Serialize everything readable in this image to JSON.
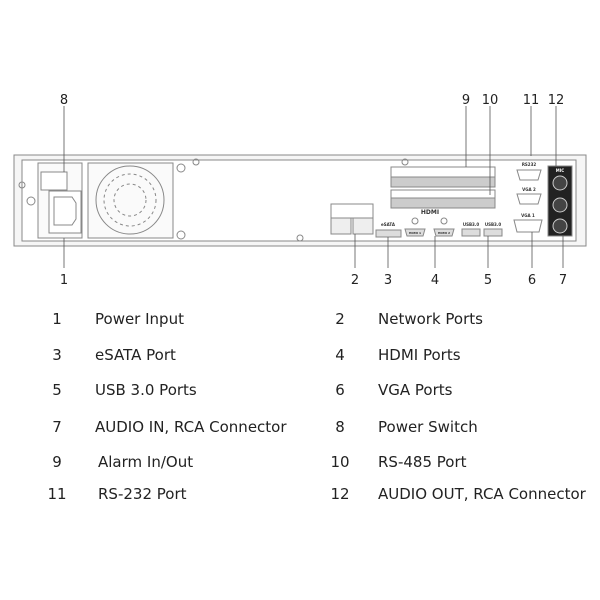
{
  "device_labels": {
    "rs232": "RS232",
    "vga2": "VGA 2",
    "vga1": "VGA 1",
    "esata": "eSATA",
    "usb_a": "USB3.0",
    "usb_b": "USB3.0",
    "hdmi_logo": "HDMI",
    "hdmi1": "HDMI 1",
    "hdmi2": "HDMI 2",
    "mic": "MIC"
  },
  "callouts": [
    "1",
    "2",
    "3",
    "4",
    "5",
    "6",
    "7",
    "8",
    "9",
    "10",
    "11",
    "12"
  ],
  "legend": [
    {
      "num": "1",
      "label": "Power Input"
    },
    {
      "num": "2",
      "label": "Network Ports"
    },
    {
      "num": "3",
      "label": "eSATA Port"
    },
    {
      "num": "4",
      "label": "HDMI Ports"
    },
    {
      "num": "5",
      "label": "USB 3.0 Ports"
    },
    {
      "num": "6",
      "label": "VGA Ports"
    },
    {
      "num": "7",
      "label": "AUDIO IN, RCA Connector"
    },
    {
      "num": "8",
      "label": "Power Switch"
    },
    {
      "num": "9",
      "label": "Alarm In/Out"
    },
    {
      "num": "10",
      "label": "RS-485 Port"
    },
    {
      "num": "11",
      "label": "RS-232 Port"
    },
    {
      "num": "12",
      "label": "AUDIO OUT, RCA Connector"
    }
  ]
}
